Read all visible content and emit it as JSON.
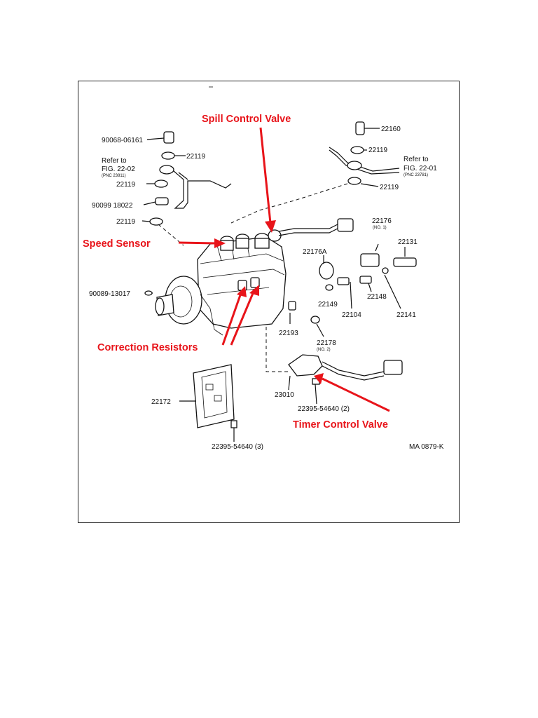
{
  "callouts": {
    "spill_control_valve": "Spill Control Valve",
    "speed_sensor": "Speed Sensor",
    "correction_resistors": "Correction Resistors",
    "timer_control_valve": "Timer Control Valve"
  },
  "parts": {
    "p90068": "90068-06161",
    "p22119_a": "22119",
    "refer_left": "Refer to",
    "fig_left": "FIG. 22-02",
    "fig_left_sub": "(PNC 23811)",
    "p22119_b": "22119",
    "p90099": "90099 18022",
    "p22119_c": "22119",
    "p22160": "22160",
    "p22119_d": "22119",
    "refer_right": "Refer to",
    "fig_right": "FIG. 22-01",
    "fig_right_sub": "(PNC 23781)",
    "p22119_e": "22119",
    "p22176": "22176",
    "p22176_no": "(NO. 1)",
    "p22131": "22131",
    "p22176A": "22176A",
    "p90089": "90089-13017",
    "p22149": "22149",
    "p22104": "22104",
    "p22148": "22148",
    "p22141": "22141",
    "p22193": "22193",
    "p22178": "22178",
    "p22178_no": "(NO. 2)",
    "p23010": "23010",
    "p22395_2": "22395-54640 (2)",
    "p22172": "22172",
    "p22395_3": "22395-54640 (3)",
    "ref_code": "MA 0879-K"
  },
  "colors": {
    "callout": "#e8141a",
    "line": "#111111",
    "frame": "#222222"
  }
}
